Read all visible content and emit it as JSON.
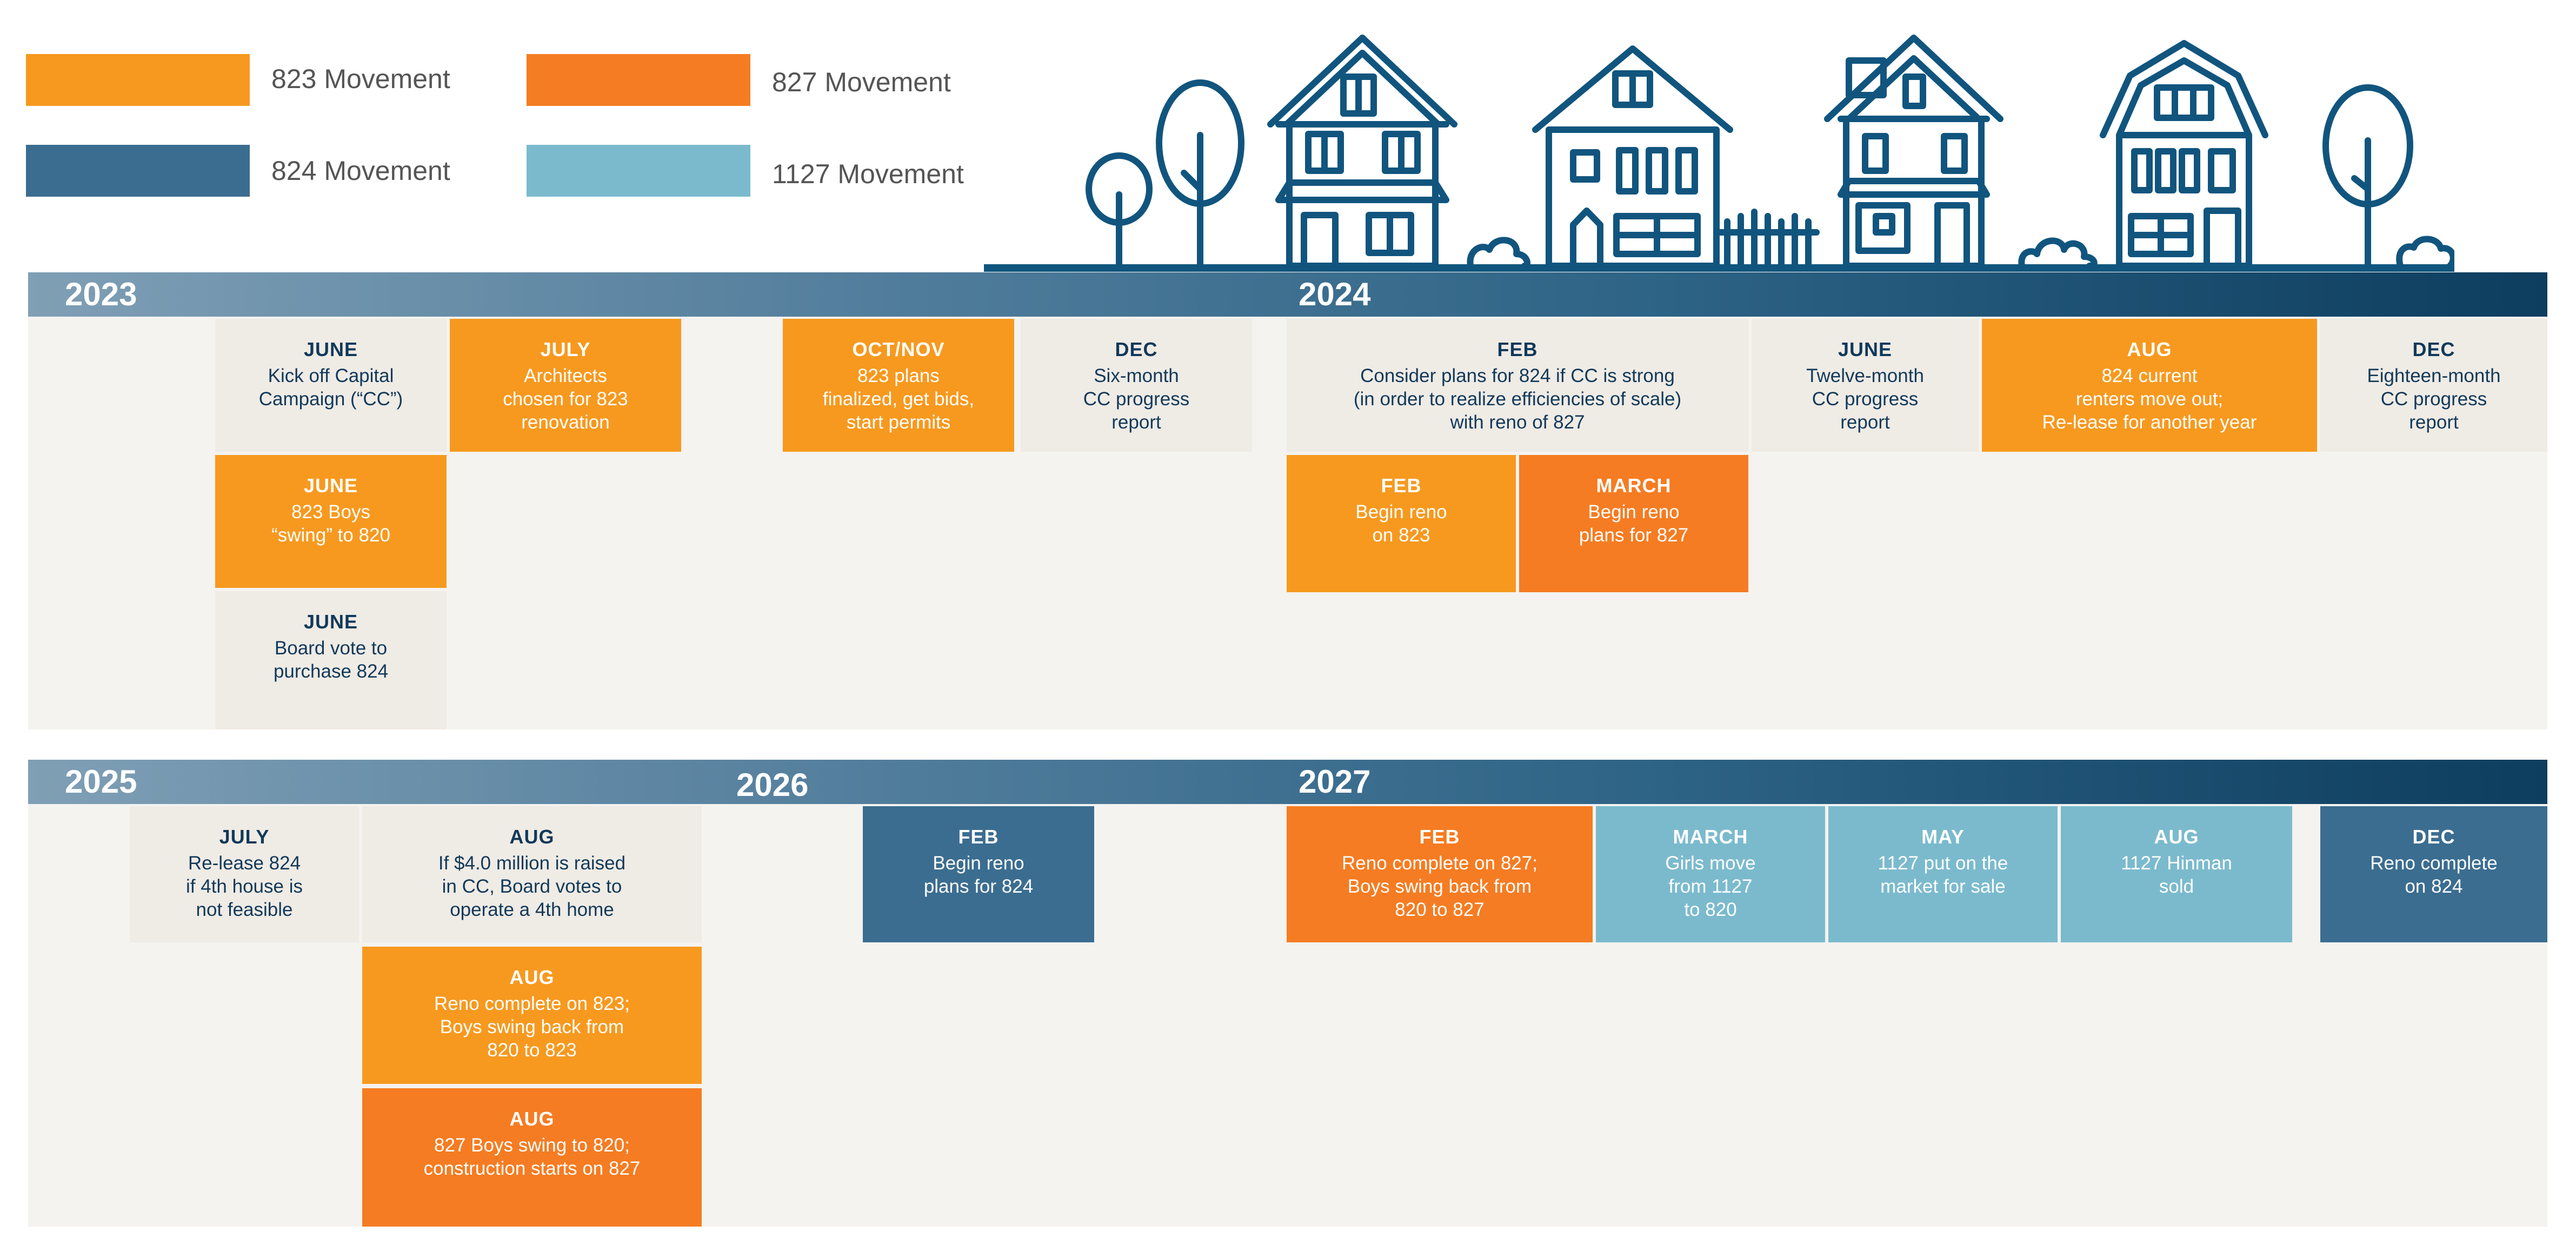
{
  "legend": [
    {
      "label": "823 Movement",
      "color": "#f7991f"
    },
    {
      "label": "827 Movement",
      "color": "#f57c22"
    },
    {
      "label": "824 Movement",
      "color": "#3b6d90"
    },
    {
      "label": "1127 Movement",
      "color": "#7bbacd"
    }
  ],
  "timeline1": {
    "years": [
      "2023",
      "2024"
    ],
    "events": [
      {
        "month": "JUNE",
        "text": "Kick off Capital\nCampaign (“CC”)",
        "category": "general"
      },
      {
        "month": "JULY",
        "text": "Architects\nchosen for 823\nrenovation",
        "category": "823"
      },
      {
        "month": "OCT/NOV",
        "text": "823 plans\nfinalized, get bids,\nstart permits",
        "category": "823"
      },
      {
        "month": "DEC",
        "text": "Six-month\nCC progress\nreport",
        "category": "general"
      },
      {
        "month": "FEB",
        "text": "Consider plans for 824 if CC is strong\n(in order to realize efficiencies of scale)\nwith reno of 827",
        "category": "general"
      },
      {
        "month": "JUNE",
        "text": "Twelve-month\nCC progress\nreport",
        "category": "general"
      },
      {
        "month": "AUG",
        "text": "824 current\nrenters move out;\nRe-lease for another year",
        "category": "823"
      },
      {
        "month": "DEC",
        "text": "Eighteen-month\nCC progress\nreport",
        "category": "general"
      },
      {
        "month": "JUNE",
        "text": "823 Boys\n“swing” to 820",
        "category": "823"
      },
      {
        "month": "FEB",
        "text": "Begin reno\non 823",
        "category": "823"
      },
      {
        "month": "MARCH",
        "text": "Begin reno\nplans for 827",
        "category": "827"
      },
      {
        "month": "JUNE",
        "text": "Board vote to\npurchase 824",
        "category": "general"
      }
    ]
  },
  "timeline2": {
    "years": [
      "2025",
      "2026",
      "2027"
    ],
    "events": [
      {
        "month": "JULY",
        "text": "Re-lease 824\nif 4th house is\nnot feasible",
        "category": "general"
      },
      {
        "month": "AUG",
        "text": "If $4.0 million is raised\nin CC, Board votes to\noperate a 4th home",
        "category": "general"
      },
      {
        "month": "FEB",
        "text": "Begin reno\nplans for 824",
        "category": "824"
      },
      {
        "month": "FEB",
        "text": "Reno complete on 827;\nBoys swing back from\n820 to 827",
        "category": "827"
      },
      {
        "month": "MARCH",
        "text": "Girls move\nfrom 1127\nto 820",
        "category": "1127"
      },
      {
        "month": "MAY",
        "text": "1127 put on the\nmarket for sale",
        "category": "1127"
      },
      {
        "month": "AUG",
        "text": "1127 Hinman\nsold",
        "category": "1127"
      },
      {
        "month": "DEC",
        "text": "Reno complete\non 824",
        "category": "824"
      },
      {
        "month": "AUG",
        "text": "Reno complete on 823;\nBoys swing back from\n820 to 823",
        "category": "823"
      },
      {
        "month": "AUG",
        "text": "827 Boys swing to 820;\nconstruction starts on 827",
        "category": "827"
      }
    ]
  },
  "illustration": {
    "icon": "houses-illustration-icon",
    "color": "#11557e"
  }
}
